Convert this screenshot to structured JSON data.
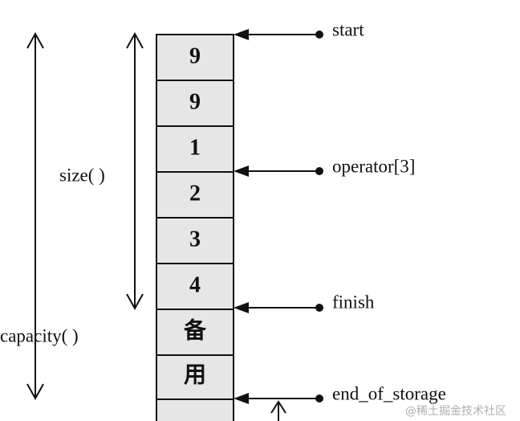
{
  "memory_cells": [
    "9",
    "9",
    "1",
    "2",
    "3",
    "4",
    "备",
    "用",
    ""
  ],
  "pointers": {
    "start": "start",
    "operator": "operator[3]",
    "finish": "finish",
    "end_of_storage": "end_of_storage"
  },
  "measures": {
    "size": "size( )",
    "capacity": "capacity( )"
  },
  "watermark": "@稀土掘金技术社区"
}
